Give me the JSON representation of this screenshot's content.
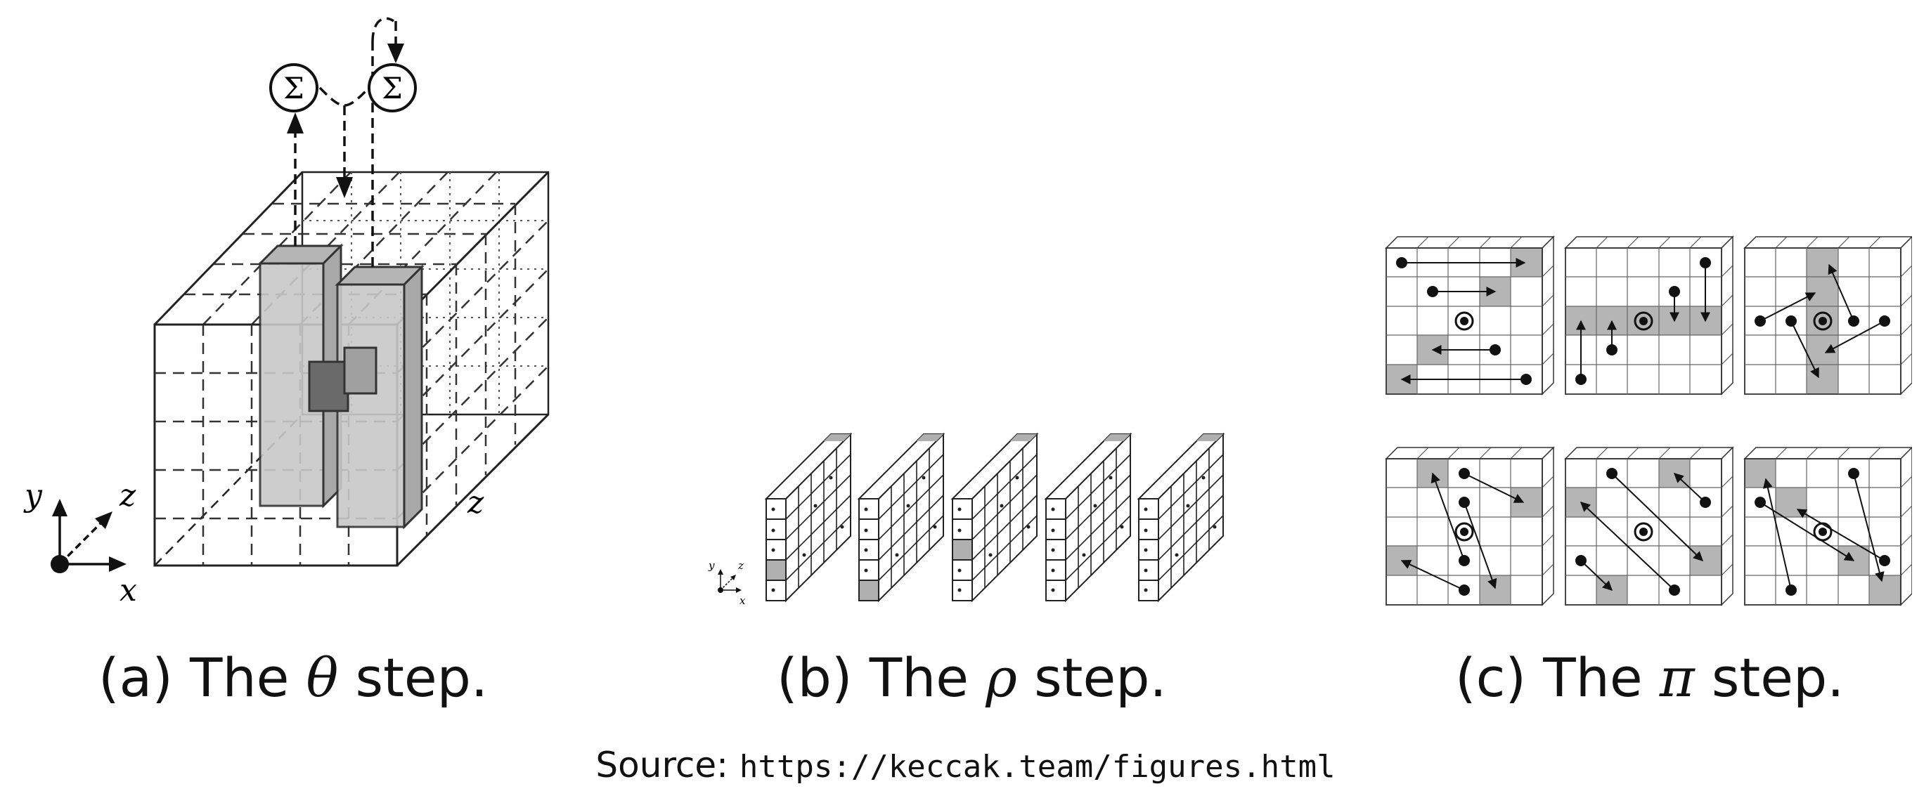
{
  "figure": {
    "panels": [
      {
        "label": "(a) The ",
        "symbol": "θ",
        "suffix": " step."
      },
      {
        "label": "(b) The ",
        "symbol": "ρ",
        "suffix": " step."
      },
      {
        "label": "(c) The ",
        "symbol": "π",
        "suffix": " step."
      }
    ],
    "sum_symbol": "Σ",
    "axes": {
      "x": "x",
      "y": "y",
      "z": "z"
    },
    "source_label": "Source: ",
    "source_url": "https://keccak.team/figures.html"
  }
}
